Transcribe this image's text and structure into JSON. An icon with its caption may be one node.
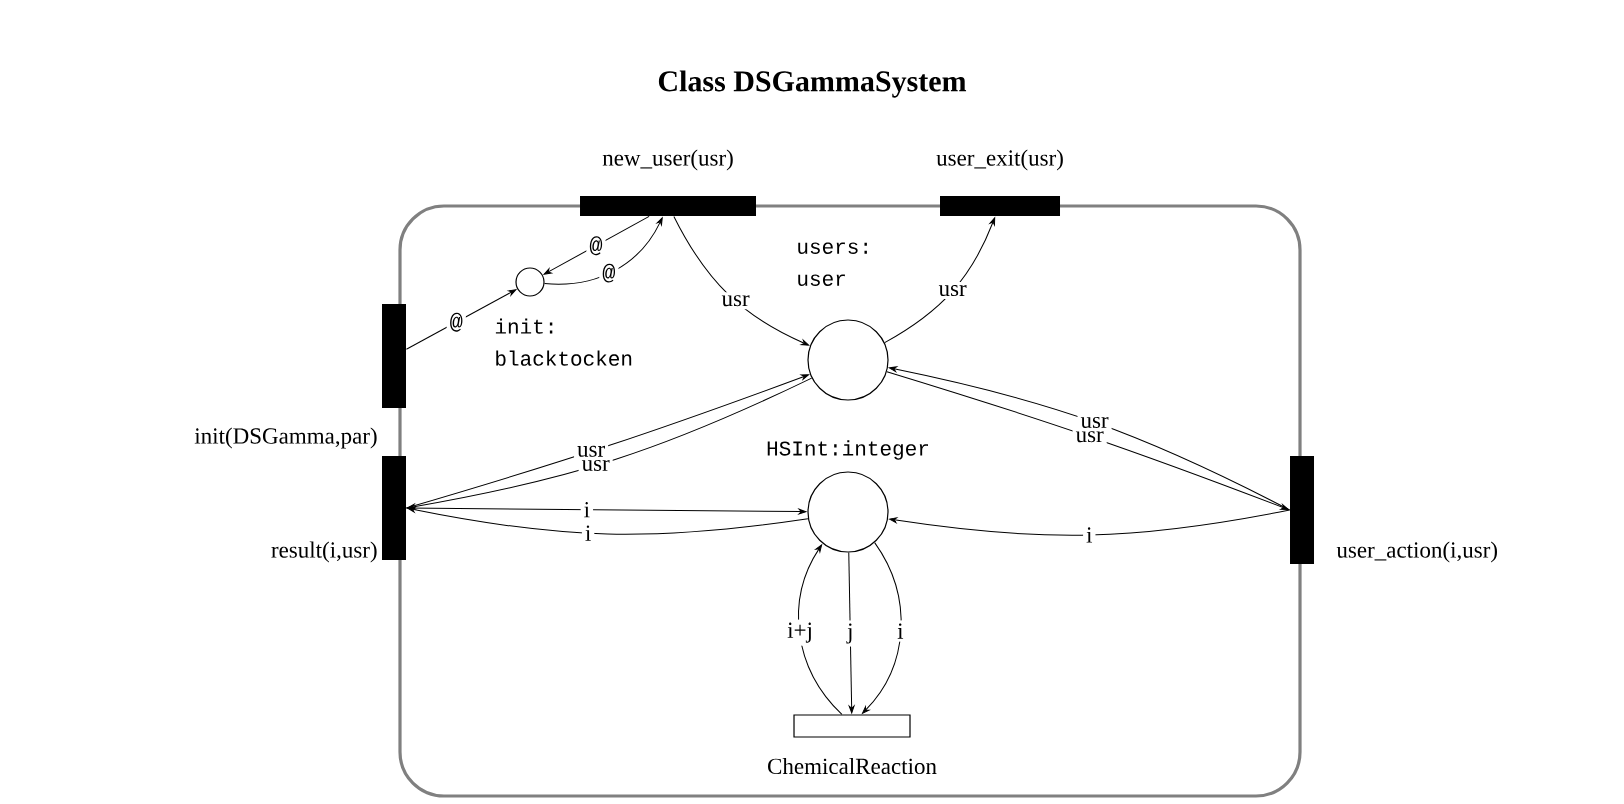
{
  "diagram": {
    "title": "Class DSGammaSystem",
    "nodes": [
      {
        "text": [],
        "shape": "box"
      },
      {
        "text": [
          "init(DSGamma,par)"
        ]
      },
      {
        "text": [
          "result(i,usr)"
        ]
      },
      {
        "text": [
          "new_user(usr)"
        ]
      },
      {
        "text": [
          "user_exit(usr)"
        ]
      },
      {
        "text": [
          "user_action(i,usr)"
        ]
      },
      {
        "text": [
          "init: blacktocken"
        ],
        "in": 0
      },
      {
        "text": [
          "users: user"
        ],
        "in": 0
      },
      {
        "text": [
          "HSInt:integer"
        ],
        "in": 0
      },
      {
        "text": [
          "ChemicalReaction"
        ],
        "in": 0
      }
    ],
    "edges": [
      {
        "from": 1,
        "to": 6,
        "arrow": "to",
        "label": "@"
      },
      {
        "from": 3,
        "to": 6,
        "arrow": "to",
        "label": "@"
      },
      {
        "from": 6,
        "to": 3,
        "arrow": "to",
        "label": "@"
      },
      {
        "from": 3,
        "to": 7,
        "arrow": "to",
        "label": "usr"
      },
      {
        "from": 7,
        "to": 4,
        "arrow": "to",
        "label": "usr"
      },
      {
        "from": 7,
        "to": 2,
        "arrow": "to",
        "label": "usr"
      },
      {
        "from": 2,
        "to": 7,
        "arrow": "to",
        "label": "usr"
      },
      {
        "from": 2,
        "to": 8,
        "arrow": "to",
        "label": "i"
      },
      {
        "from": 8,
        "to": 2,
        "arrow": "to",
        "label": "i"
      },
      {
        "from": 5,
        "to": 7,
        "arrow": "to",
        "label": "usr"
      },
      {
        "from": 7,
        "to": 5,
        "arrow": "to",
        "label": "usr"
      },
      {
        "from": 5,
        "to": 8,
        "arrow": "to",
        "label": "i"
      },
      {
        "from": 9,
        "to": 8,
        "arrow": "to",
        "label": "i+j"
      },
      {
        "from": 8,
        "to": 9,
        "arrow": "to",
        "label": "j"
      },
      {
        "from": 8,
        "to": 9,
        "arrow": "to",
        "label": "i"
      }
    ]
  }
}
